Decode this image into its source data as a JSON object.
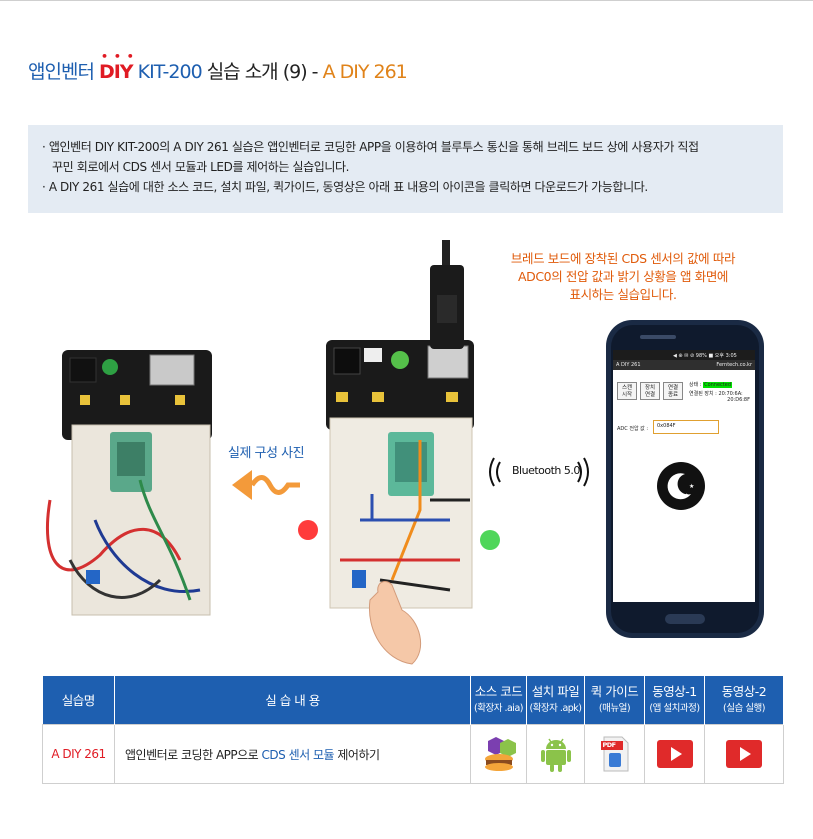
{
  "title": {
    "part1": "앱인벤터 ",
    "part2": "DIY",
    "dots": "• • •",
    "part3": " KIT-200 ",
    "part4": "실습 소개 (9) - ",
    "part5": "A DIY 261"
  },
  "info": {
    "line1": "· 앱인벤터 DIY KIT-200의 A DIY 261 실습은 앱인벤터로 코딩한 APP을 이용하여 블루투스 통신을 통해 브레드 보드 상에 사용자가 직접",
    "line2": "꾸민 회로에서 CDS 센서 모듈과 LED를 제어하는 실습입니다.",
    "line3": "· A DIY 261 실습에 대한 소스 코드, 설치 파일, 퀵가이드, 동영상은 아래 표 내용의 아이콘을 클릭하면 다운로드가 가능합니다."
  },
  "caption": {
    "line1": "브레드 보드에 장착된 CDS 센서의 값에 따라",
    "line2": "ADC0의 전압 값과 밝기 상황을 앱 화면에",
    "line3": "표시하는 실습입니다."
  },
  "real_photo_label": "실제 구성 사진",
  "bluetooth_label": "Bluetooth 5.0",
  "phone": {
    "status_bar": "◀ ⊕ ✉ ⊘ 98% ■ 오후 3:05",
    "app_title": "A DIY 261",
    "brand": "Ferntech.co.kr",
    "buttons": [
      {
        "l1": "스캔",
        "l2": "시작"
      },
      {
        "l1": "장치",
        "l2": "연결"
      },
      {
        "l1": "연결",
        "l2": "종료"
      }
    ],
    "state_label": "상태 :",
    "state_value": "Connected",
    "device_label": "연결된 장치 : 20:70:6A:",
    "device_label2": "20:D6:8F",
    "adc_label": "ADC 전압 값 :",
    "adc_value": "0x084F"
  },
  "table": {
    "headers": [
      {
        "label": "실습명",
        "sub": ""
      },
      {
        "label": "실 습 내 용",
        "sub": ""
      },
      {
        "label": "소스 코드",
        "sub": "(확장자 .aia)"
      },
      {
        "label": "설치 파일",
        "sub": "(확장자 .apk)"
      },
      {
        "label": "퀵 가이드",
        "sub": "(매뉴얼)"
      },
      {
        "label": "동영상-1",
        "sub": "(앱 설치과정)"
      },
      {
        "label": "동영상-2",
        "sub": "(실습 실행)"
      }
    ],
    "row": {
      "name": "A DIY 261",
      "desc_pre": "앱인벤터로 코딩한 APP으로 ",
      "desc_hl": "CDS 센서 모듈",
      "desc_post": " 제어하기",
      "pdf_badge": "PDF"
    }
  },
  "icons": {
    "source": "appinventor-source-icon",
    "apk": "android-apk-icon",
    "pdf": "pdf-icon",
    "video": "youtube-play-icon"
  },
  "colors": {
    "brand_blue": "#1e5fb0",
    "accent_red": "#e01b24",
    "accent_orange": "#e0831a",
    "info_bg": "#e4ebf3"
  }
}
